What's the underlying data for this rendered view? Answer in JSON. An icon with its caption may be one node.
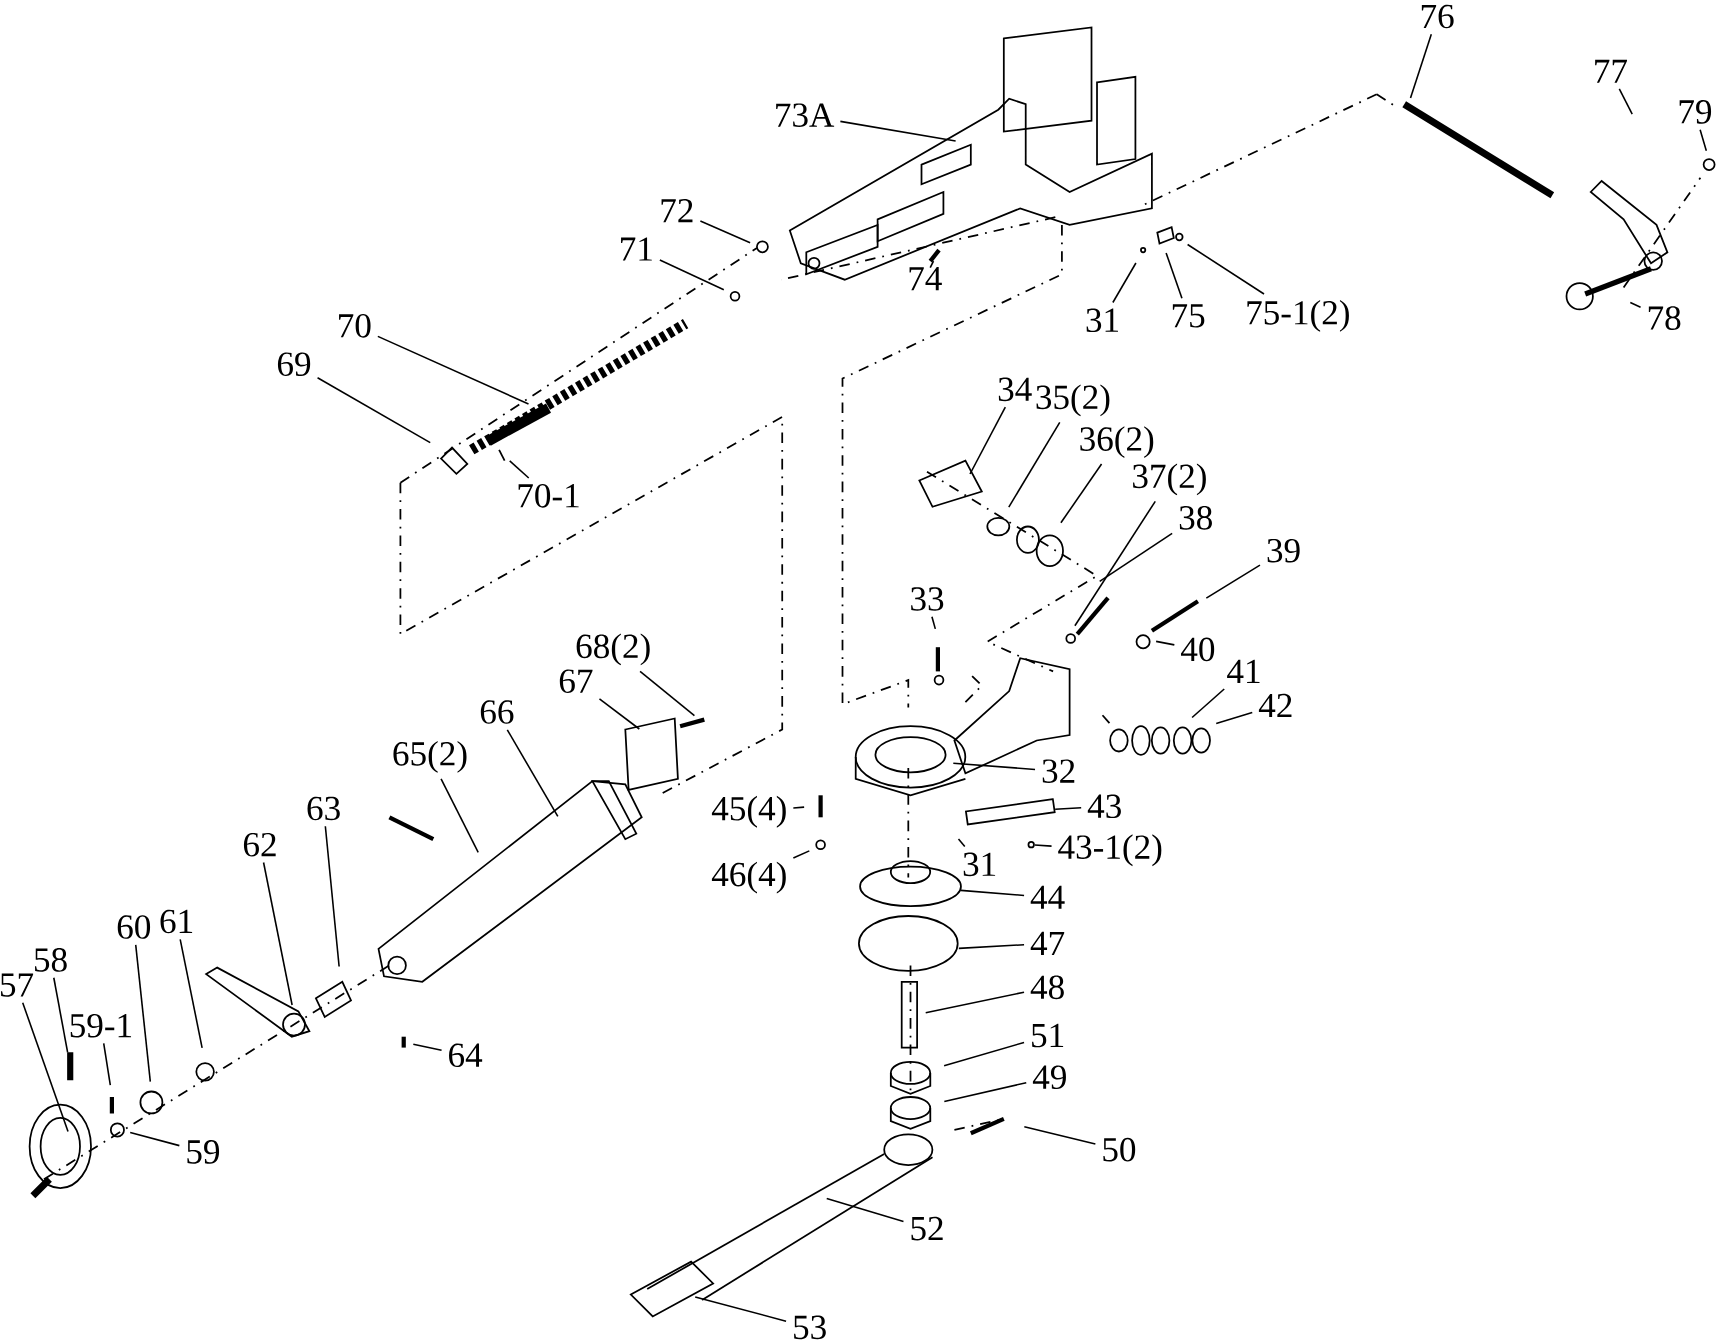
{
  "diagram": {
    "nodes": [
      {
        "text": [
          "73A"
        ]
      },
      {
        "text": [
          "76"
        ]
      },
      {
        "text": [
          "77"
        ]
      },
      {
        "text": [
          "79"
        ]
      },
      {
        "text": [
          "72"
        ]
      },
      {
        "text": [
          "71"
        ]
      },
      {
        "text": [
          "70"
        ]
      },
      {
        "text": [
          "69"
        ]
      },
      {
        "text": [
          "70-1"
        ]
      },
      {
        "text": [
          "74"
        ]
      },
      {
        "text": [
          "31"
        ]
      },
      {
        "text": [
          "75"
        ]
      },
      {
        "text": [
          "75-1(2)"
        ]
      },
      {
        "text": [
          "78"
        ]
      },
      {
        "text": [
          "34"
        ]
      },
      {
        "text": [
          "35(2)"
        ]
      },
      {
        "text": [
          "36(2)"
        ]
      },
      {
        "text": [
          "37(2)"
        ]
      },
      {
        "text": [
          "38"
        ]
      },
      {
        "text": [
          "39"
        ]
      },
      {
        "text": [
          "33"
        ]
      },
      {
        "text": [
          "40"
        ]
      },
      {
        "text": [
          "41"
        ]
      },
      {
        "text": [
          "42"
        ]
      },
      {
        "text": [
          "68(2)"
        ]
      },
      {
        "text": [
          "67"
        ]
      },
      {
        "text": [
          "66"
        ]
      },
      {
        "text": [
          "65(2)"
        ]
      },
      {
        "text": [
          "63"
        ]
      },
      {
        "text": [
          "62"
        ]
      },
      {
        "text": [
          "61"
        ]
      },
      {
        "text": [
          "60"
        ]
      },
      {
        "text": [
          "58"
        ]
      },
      {
        "text": [
          "57"
        ]
      },
      {
        "text": [
          "59-1"
        ]
      },
      {
        "text": [
          "59"
        ]
      },
      {
        "text": [
          "64"
        ]
      },
      {
        "text": [
          "32"
        ]
      },
      {
        "text": [
          "43"
        ]
      },
      {
        "text": [
          "43-1(2)"
        ]
      },
      {
        "text": [
          "45(4)"
        ]
      },
      {
        "text": [
          "46(4)"
        ]
      },
      {
        "text": [
          "31"
        ]
      },
      {
        "text": [
          "44"
        ]
      },
      {
        "text": [
          "47"
        ]
      },
      {
        "text": [
          "48"
        ]
      },
      {
        "text": [
          "51"
        ]
      },
      {
        "text": [
          "49"
        ]
      },
      {
        "text": [
          "50"
        ]
      },
      {
        "text": [
          "52"
        ]
      },
      {
        "text": [
          "53"
        ]
      },
      {
        "text": [],
        "shape": "bar"
      },
      {
        "text": [],
        "shape": "bar"
      },
      {
        "text": [],
        "shape": "circle"
      },
      {
        "text": [],
        "shape": "circle"
      }
    ],
    "edges": [
      {
        "from": 0,
        "to": null,
        "arrow": "none"
      },
      {
        "from": 1,
        "to": null,
        "arrow": "none"
      },
      {
        "from": 2,
        "to": null,
        "arrow": "none"
      },
      {
        "from": 3,
        "to": null,
        "arrow": "none"
      },
      {
        "from": 4,
        "to": null,
        "arrow": "none"
      },
      {
        "from": 5,
        "to": null,
        "arrow": "none"
      },
      {
        "from": 6,
        "to": null,
        "arrow": "none"
      },
      {
        "from": 7,
        "to": null,
        "arrow": "none"
      },
      {
        "from": 8,
        "to": null,
        "arrow": "none"
      },
      {
        "from": 9,
        "to": null,
        "arrow": "none"
      },
      {
        "from": 10,
        "to": null,
        "arrow": "none"
      },
      {
        "from": 11,
        "to": null,
        "arrow": "none"
      },
      {
        "from": 12,
        "to": null,
        "arrow": "none"
      },
      {
        "from": 13,
        "to": null,
        "arrow": "none"
      },
      {
        "from": 14,
        "to": null,
        "arrow": "none"
      },
      {
        "from": 15,
        "to": null,
        "arrow": "none"
      },
      {
        "from": 16,
        "to": null,
        "arrow": "none"
      },
      {
        "from": 17,
        "to": null,
        "arrow": "none"
      },
      {
        "from": 18,
        "to": null,
        "arrow": "none"
      },
      {
        "from": 19,
        "to": null,
        "arrow": "none"
      },
      {
        "from": 20,
        "to": null,
        "arrow": "none"
      },
      {
        "from": 21,
        "to": null,
        "arrow": "none"
      },
      {
        "from": 22,
        "to": null,
        "arrow": "none"
      },
      {
        "from": 23,
        "to": null,
        "arrow": "none"
      },
      {
        "from": 24,
        "to": null,
        "arrow": "none"
      },
      {
        "from": 25,
        "to": null,
        "arrow": "none"
      },
      {
        "from": 26,
        "to": null,
        "arrow": "none"
      },
      {
        "from": 27,
        "to": null,
        "arrow": "none"
      },
      {
        "from": 28,
        "to": null,
        "arrow": "none"
      },
      {
        "from": 29,
        "to": null,
        "arrow": "none"
      },
      {
        "from": 30,
        "to": null,
        "arrow": "none"
      },
      {
        "from": 31,
        "to": null,
        "arrow": "none"
      },
      {
        "from": 32,
        "to": 51,
        "arrow": "none"
      },
      {
        "from": 33,
        "to": null,
        "arrow": "none"
      },
      {
        "from": 34,
        "to": null,
        "arrow": "none"
      },
      {
        "from": 35,
        "to": null,
        "arrow": "none"
      },
      {
        "from": 36,
        "to": null,
        "arrow": "none"
      },
      {
        "from": 37,
        "to": null,
        "arrow": "none"
      },
      {
        "from": 38,
        "to": 52,
        "arrow": "none"
      },
      {
        "from": 39,
        "to": 53,
        "arrow": "none"
      },
      {
        "from": 40,
        "to": null,
        "arrow": "none"
      },
      {
        "from": 41,
        "to": null,
        "arrow": "none"
      },
      {
        "from": 42,
        "to": null,
        "arrow": "none"
      },
      {
        "from": 43,
        "to": 54,
        "arrow": "none"
      },
      {
        "from": 44,
        "to": null,
        "arrow": "none"
      },
      {
        "from": 45,
        "to": null,
        "arrow": "none"
      },
      {
        "from": 46,
        "to": null,
        "arrow": "none"
      },
      {
        "from": 47,
        "to": null,
        "arrow": "none"
      },
      {
        "from": 48,
        "to": null,
        "arrow": "none"
      },
      {
        "from": 49,
        "to": null,
        "arrow": "none"
      },
      {
        "from": 50,
        "to": null,
        "arrow": "none"
      }
    ]
  }
}
